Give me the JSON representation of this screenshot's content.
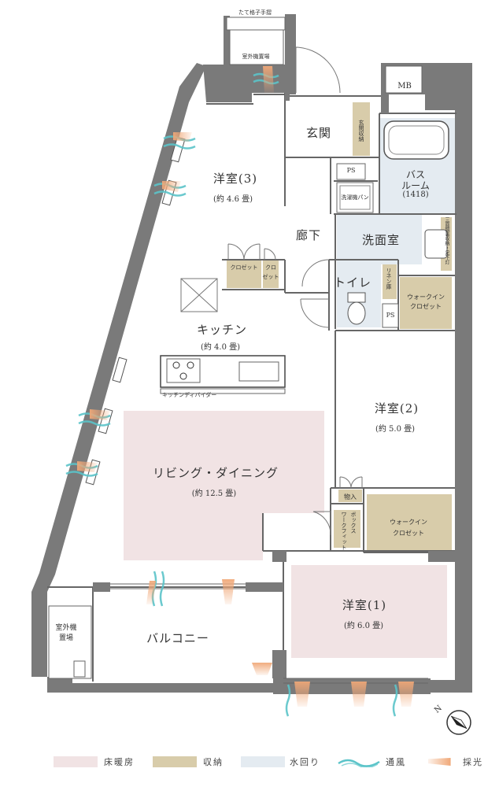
{
  "annotations": {
    "lattice_railing": "たて格子手摺",
    "outdoor_unit_top": "室外機置場",
    "outdoor_unit_left": [
      "室外機",
      "置場"
    ],
    "mb": "MB",
    "ps_upper": "PS",
    "ps_lower": "PS",
    "washer_pan": "洗濯機パン",
    "kitchen_divider": "キッチンディバイダー",
    "compass_n": "N"
  },
  "rooms": {
    "bedroom3": {
      "name": "洋室(3)",
      "size": "(約 4.6 畳)"
    },
    "entrance": {
      "name": "玄関"
    },
    "entrance_storage": {
      "name": "玄関収納"
    },
    "bathroom": {
      "name": "バス",
      "name2": "ルーム",
      "size": "(1418)"
    },
    "corridor": {
      "name": "廊下"
    },
    "washroom": {
      "name": "洗面室"
    },
    "toilet": {
      "name": "トイレ"
    },
    "linen": {
      "name": "リネン庫"
    },
    "sanitary": {
      "name": "三面鏡裏収納・足下灯"
    },
    "closet_a": {
      "name": "クロゼット"
    },
    "closet_b": {
      "name": "クロ",
      "name2": "ゼット"
    },
    "walkin_upper": {
      "name": "ウォークイン",
      "name2": "クロゼット"
    },
    "kitchen": {
      "name": "キッチン",
      "size": "(約 4.0 畳)"
    },
    "bedroom2": {
      "name": "洋室(2)",
      "size": "(約 5.0 畳)"
    },
    "living": {
      "name": "リビング・ダイニング",
      "size": "(約 12.5 畳)"
    },
    "storage_small": {
      "name": "物入"
    },
    "box_wardrobe": {
      "name": "ボックス",
      "name2": "ワークフィット"
    },
    "walkin_lower": {
      "name": "ウォークイン",
      "name2": "クロゼット"
    },
    "balcony": {
      "name": "バルコニー"
    },
    "bedroom1": {
      "name": "洋室(1)",
      "size": "(約 6.0 畳)"
    }
  },
  "legend": [
    {
      "label": "床暖房",
      "color": "#f1e3e4",
      "kind": "fill"
    },
    {
      "label": "収納",
      "color": "#d8ccaa",
      "kind": "fill"
    },
    {
      "label": "水回り",
      "color": "#e4ebf1",
      "kind": "fill"
    },
    {
      "label": "通風",
      "color": "#5bc4c9",
      "kind": "wind"
    },
    {
      "label": "採光",
      "color": "#f0a878",
      "kind": "light"
    }
  ]
}
